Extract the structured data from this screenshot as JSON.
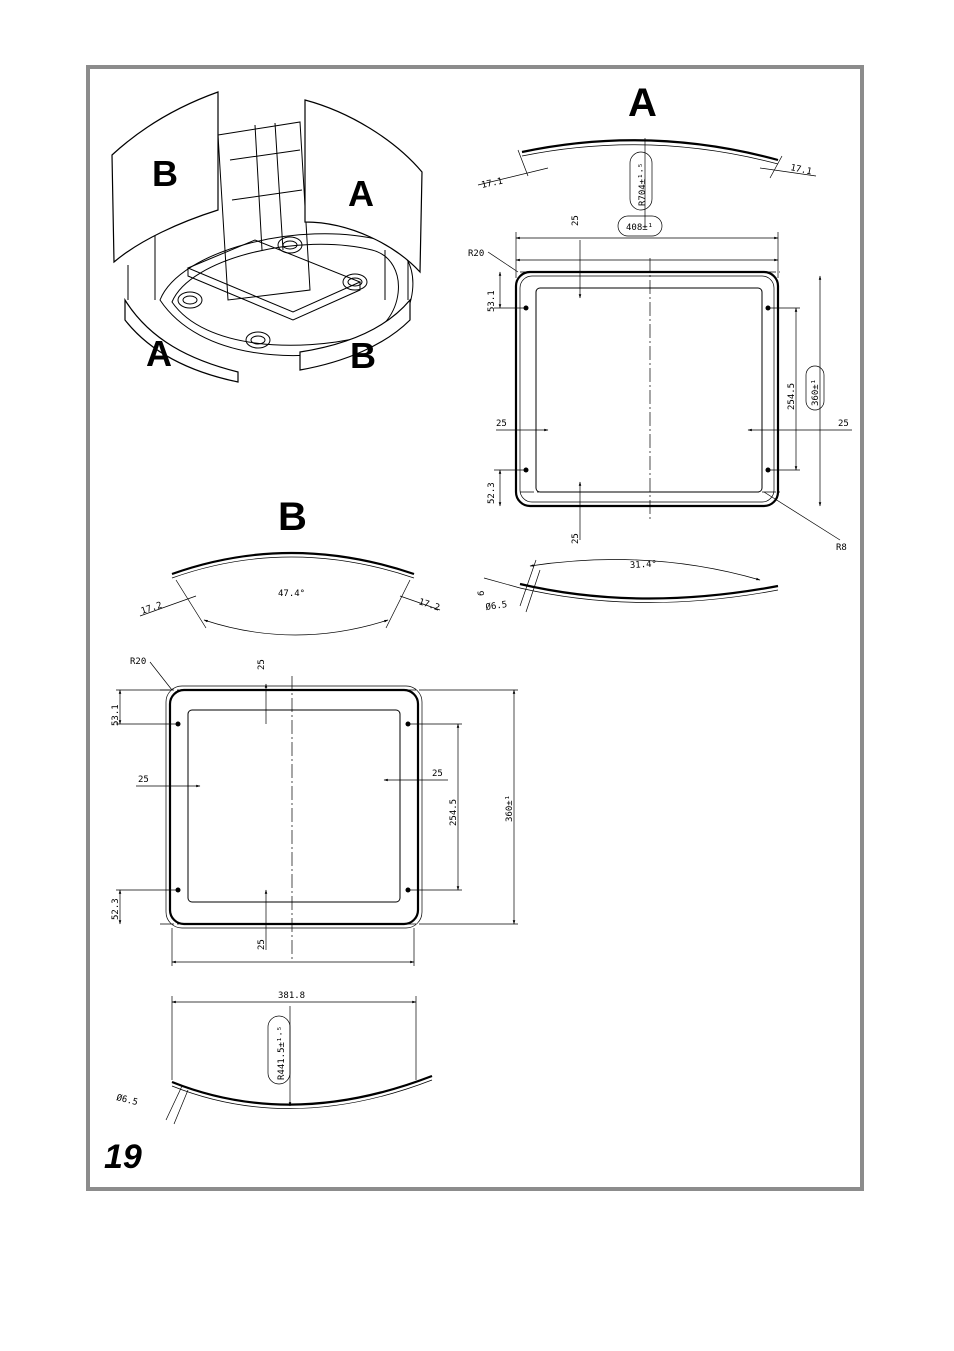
{
  "labels": {
    "iso_b_left": "B",
    "iso_a_right": "A",
    "iso_a_bottom": "A",
    "iso_b_bottom": "B",
    "section_a": "A",
    "section_b": "B",
    "page_number": "19"
  },
  "panel_a": {
    "angle_left": "17.1",
    "angle_right": "17.1",
    "radius": "R704±¹·⁵",
    "width": "408±¹",
    "corner_radius": "R20",
    "top_offset": "25",
    "hole_top": "53.1",
    "hole_spacing": "254.5",
    "height": "360±¹",
    "side_left": "25",
    "side_right": "25",
    "hole_bottom": "52.3",
    "bottom_offset": "25",
    "corner_small": "R8",
    "arc_angle": "31.4°",
    "thickness": "6",
    "hole_dia": "Ø6.5"
  },
  "panel_b": {
    "angle_left": "17.2",
    "arc_angle": "47.4°",
    "angle_right": "17.2",
    "corner_radius": "R20",
    "top_offset": "25",
    "hole_top": "53.1",
    "side_left": "25",
    "side_right": "25",
    "hole_spacing": "254.5",
    "height": "360±¹",
    "hole_bottom": "52.3",
    "bottom_offset": "25",
    "chord": "381.8",
    "radius": "R441.5±¹·⁵",
    "hole_dia": "Ø6.5"
  }
}
